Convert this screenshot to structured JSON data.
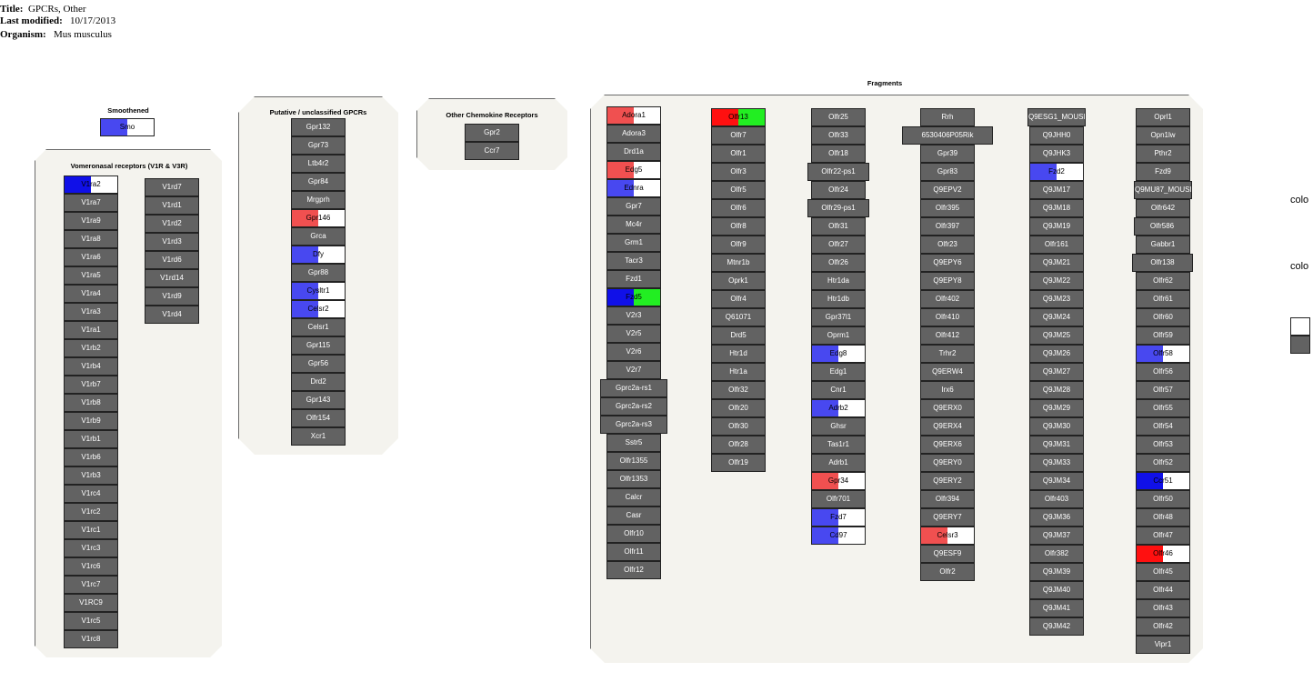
{
  "header": {
    "title_label": "Title:",
    "title_value": "GPCRs, Other",
    "modified_label": "Last modified:",
    "modified_value": "10/17/2013",
    "organism_label": "Organism:",
    "organism_value": "Mus musculus"
  },
  "colors": {
    "red": "#f05050",
    "bright_red": "#ff1010",
    "blue": "#4848f0",
    "dark_blue": "#1010e8",
    "green": "#22ee22",
    "gene_gray": "#626262",
    "panel_bg": "#f4f3ee"
  },
  "panels": {
    "smoothened": "Smoothened",
    "vomeronasal": "Vomeronasal receptors (V1R & V3R)",
    "putative": "Putative / unclassified GPCRs",
    "chemokine": "Other Chemokine Receptors",
    "fragments": "Fragments"
  },
  "genes": [
    {
      "label": "Smo",
      "fill": "#4848f0"
    },
    {
      "label": "V1ra2",
      "fill": "#1010e8"
    },
    {
      "label": "V1ra7"
    },
    {
      "label": "V1ra9"
    },
    {
      "label": "V1ra8"
    },
    {
      "label": "V1ra6"
    },
    {
      "label": "V1ra5"
    },
    {
      "label": "V1ra4"
    },
    {
      "label": "V1ra3"
    },
    {
      "label": "V1ra1"
    },
    {
      "label": "V1rb2"
    },
    {
      "label": "V1rb4"
    },
    {
      "label": "V1rb7"
    },
    {
      "label": "V1rb8"
    },
    {
      "label": "V1rb9"
    },
    {
      "label": "V1rb1"
    },
    {
      "label": "V1rb6"
    },
    {
      "label": "V1rb3"
    },
    {
      "label": "V1rc4"
    },
    {
      "label": "V1rc2"
    },
    {
      "label": "V1rc1"
    },
    {
      "label": "V1rc3"
    },
    {
      "label": "V1rc6"
    },
    {
      "label": "V1rc7"
    },
    {
      "label": "V1RC9"
    },
    {
      "label": "V1rc5"
    },
    {
      "label": "V1rc8"
    },
    {
      "label": "V1rd7"
    },
    {
      "label": "V1rd1"
    },
    {
      "label": "V1rd2"
    },
    {
      "label": "V1rd3"
    },
    {
      "label": "V1rd6"
    },
    {
      "label": "V1rd14"
    },
    {
      "label": "V1rd9"
    },
    {
      "label": "V1rd4"
    },
    {
      "label": "Gpr132"
    },
    {
      "label": "Gpr73"
    },
    {
      "label": "Ltb4r2"
    },
    {
      "label": "Gpr84"
    },
    {
      "label": "Mrgprh"
    },
    {
      "label": "Gpr146",
      "fill": "#f05050"
    },
    {
      "label": "Grca"
    },
    {
      "label": "Dfy",
      "fill": "#4848f0"
    },
    {
      "label": "Gpr88"
    },
    {
      "label": "Cysltr1",
      "fill": "#4848f0"
    },
    {
      "label": "Celsr2",
      "fill": "#4848f0"
    },
    {
      "label": "Celsr1"
    },
    {
      "label": "Gpr115"
    },
    {
      "label": "Gpr56"
    },
    {
      "label": "Drd2"
    },
    {
      "label": "Gpr143"
    },
    {
      "label": "Olfr154"
    },
    {
      "label": "Xcr1"
    },
    {
      "label": "Gpr2"
    },
    {
      "label": "Ccr7"
    },
    {
      "label": "Adora1",
      "fill": "#f05050"
    },
    {
      "label": "Adora3"
    },
    {
      "label": "Drd1a"
    },
    {
      "label": "Edg5",
      "fill": "#f05050"
    },
    {
      "label": "Ednra",
      "fill": "#4848f0"
    },
    {
      "label": "Gpr7"
    },
    {
      "label": "Mc4r"
    },
    {
      "label": "Grm1"
    },
    {
      "label": "Tacr3"
    },
    {
      "label": "Fzd1"
    },
    {
      "label": "Fzd5",
      "fill": "#1010e8",
      "right": "#22ee22"
    },
    {
      "label": "V2r3"
    },
    {
      "label": "V2r5"
    },
    {
      "label": "V2r6"
    },
    {
      "label": "V2r7"
    },
    {
      "label": "Gprc2a-rs1"
    },
    {
      "label": "Gprc2a-rs2"
    },
    {
      "label": "Gprc2a-rs3"
    },
    {
      "label": "Sstr5"
    },
    {
      "label": "Olfr1355"
    },
    {
      "label": "Olfr1353"
    },
    {
      "label": "Calcr"
    },
    {
      "label": "Casr"
    },
    {
      "label": "Olfr10"
    },
    {
      "label": "Olfr11"
    },
    {
      "label": "Olfr12"
    },
    {
      "label": "Olfr13",
      "fill": "#ff1010",
      "right": "#22ee22"
    },
    {
      "label": "Olfr7"
    },
    {
      "label": "Olfr1"
    },
    {
      "label": "Olfr3"
    },
    {
      "label": "Olfr5"
    },
    {
      "label": "Olfr6"
    },
    {
      "label": "Olfr8"
    },
    {
      "label": "Olfr9"
    },
    {
      "label": "Mtnr1b"
    },
    {
      "label": "Oprk1"
    },
    {
      "label": "Olfr4"
    },
    {
      "label": "Q61071"
    },
    {
      "label": "Drd5"
    },
    {
      "label": "Htr1d"
    },
    {
      "label": "Htr1a"
    },
    {
      "label": "Olfr32"
    },
    {
      "label": "Olfr20"
    },
    {
      "label": "Olfr30"
    },
    {
      "label": "Olfr28"
    },
    {
      "label": "Olfr19"
    },
    {
      "label": "Olfr25"
    },
    {
      "label": "Olfr33"
    },
    {
      "label": "Olfr18"
    },
    {
      "label": "Olfr22-ps1"
    },
    {
      "label": "Olfr24"
    },
    {
      "label": "Olfr29-ps1"
    },
    {
      "label": "Olfr31"
    },
    {
      "label": "Olfr27"
    },
    {
      "label": "Olfr26"
    },
    {
      "label": "Htr1da"
    },
    {
      "label": "Htr1db"
    },
    {
      "label": "Gpr37l1"
    },
    {
      "label": "Oprm1"
    },
    {
      "label": "Edg8",
      "fill": "#4848f0"
    },
    {
      "label": "Edg1"
    },
    {
      "label": "Cnr1"
    },
    {
      "label": "Adrb2",
      "fill": "#4848f0"
    },
    {
      "label": "Ghsr"
    },
    {
      "label": "Tas1r1"
    },
    {
      "label": "Adrb1"
    },
    {
      "label": "Gpr34",
      "fill": "#f05050"
    },
    {
      "label": "Olfr701"
    },
    {
      "label": "Fzd7",
      "fill": "#4848f0"
    },
    {
      "label": "Cd97",
      "fill": "#4848f0"
    },
    {
      "label": "Rrh"
    },
    {
      "label": "6530406P05Rik"
    },
    {
      "label": "Gpr39"
    },
    {
      "label": "Gpr83"
    },
    {
      "label": "Q9EPV2"
    },
    {
      "label": "Olfr395"
    },
    {
      "label": "Olfr397"
    },
    {
      "label": "Olfr23"
    },
    {
      "label": "Q9EPY6"
    },
    {
      "label": "Q9EPY8"
    },
    {
      "label": "Olfr402"
    },
    {
      "label": "Olfr410"
    },
    {
      "label": "Olfr412"
    },
    {
      "label": "Trhr2"
    },
    {
      "label": "Q9ERW4"
    },
    {
      "label": "Irx6"
    },
    {
      "label": "Q9ERX0"
    },
    {
      "label": "Q9ERX4"
    },
    {
      "label": "Q9ERX6"
    },
    {
      "label": "Q9ERY0"
    },
    {
      "label": "Q9ERY2"
    },
    {
      "label": "Olfr394"
    },
    {
      "label": "Q9ERY7"
    },
    {
      "label": "Celsr3",
      "fill": "#f05050"
    },
    {
      "label": "Q9ESF9"
    },
    {
      "label": "Olfr2"
    },
    {
      "label": "Q9ESG1_MOUSE"
    },
    {
      "label": "Q9JHH0"
    },
    {
      "label": "Q9JHK3"
    },
    {
      "label": "Fzd2",
      "fill": "#4848f0"
    },
    {
      "label": "Q9JM17"
    },
    {
      "label": "Q9JM18"
    },
    {
      "label": "Q9JM19"
    },
    {
      "label": "Olfr161"
    },
    {
      "label": "Q9JM21"
    },
    {
      "label": "Q9JM22"
    },
    {
      "label": "Q9JM23"
    },
    {
      "label": "Q9JM24"
    },
    {
      "label": "Q9JM25"
    },
    {
      "label": "Q9JM26"
    },
    {
      "label": "Q9JM27"
    },
    {
      "label": "Q9JM28"
    },
    {
      "label": "Q9JM29"
    },
    {
      "label": "Q9JM30"
    },
    {
      "label": "Q9JM31"
    },
    {
      "label": "Q9JM33"
    },
    {
      "label": "Q9JM34"
    },
    {
      "label": "Olfr403"
    },
    {
      "label": "Q9JM36"
    },
    {
      "label": "Q9JM37"
    },
    {
      "label": "Olfr382"
    },
    {
      "label": "Q9JM39"
    },
    {
      "label": "Q9JM40"
    },
    {
      "label": "Q9JM41"
    },
    {
      "label": "Q9JM42"
    },
    {
      "label": "Oprl1"
    },
    {
      "label": "Opn1lw"
    },
    {
      "label": "Pthr2"
    },
    {
      "label": "Fzd9"
    },
    {
      "label": "Q9MU87_MOUSE"
    },
    {
      "label": "Olfr642"
    },
    {
      "label": "Olfr586"
    },
    {
      "label": "Gabbr1"
    },
    {
      "label": "Olfr138"
    },
    {
      "label": "Olfr62"
    },
    {
      "label": "Olfr61"
    },
    {
      "label": "Olfr60"
    },
    {
      "label": "Olfr59"
    },
    {
      "label": "Olfr58",
      "fill": "#4848f0"
    },
    {
      "label": "Olfr56"
    },
    {
      "label": "Olfr57"
    },
    {
      "label": "Olfr55"
    },
    {
      "label": "Olfr54"
    },
    {
      "label": "Olfr53"
    },
    {
      "label": "Olfr52"
    },
    {
      "label": "Ccr51",
      "fill": "#1010e8"
    },
    {
      "label": "Olfr50"
    },
    {
      "label": "Olfr48"
    },
    {
      "label": "Olfr47"
    },
    {
      "label": "Olfr46",
      "fill": "#ff1010"
    },
    {
      "label": "Olfr45"
    },
    {
      "label": "Olfr44"
    },
    {
      "label": "Olfr43"
    },
    {
      "label": "Olfr42"
    },
    {
      "label": "Vipr1"
    }
  ],
  "legend": {
    "label_1": "colo",
    "label_2": "colo"
  }
}
